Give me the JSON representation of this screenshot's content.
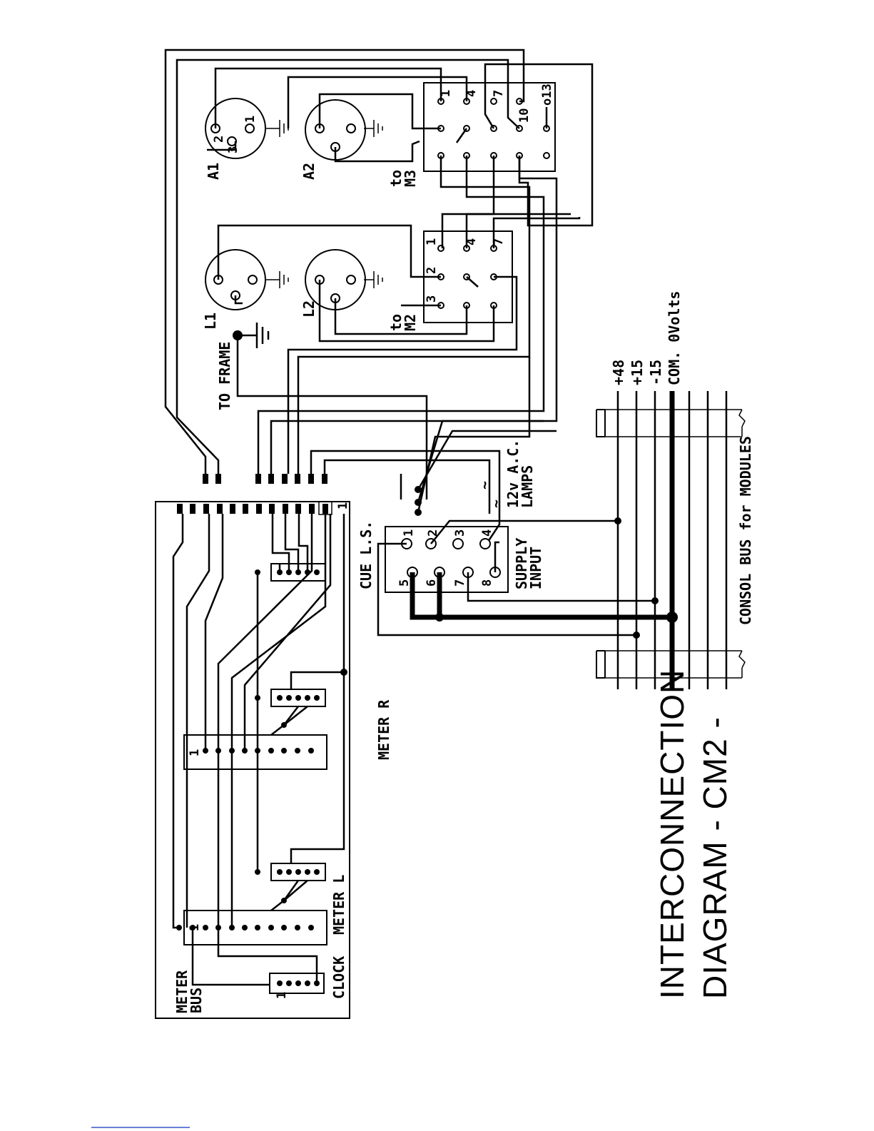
{
  "title": {
    "line1": "INTERCONNECTION",
    "line2": "DIAGRAM - CM2 -"
  },
  "meter_board": {
    "bus_label_1": "METER",
    "bus_label_2": "BUS",
    "meter_l": "METER L",
    "meter_r": "METER R",
    "clock": "CLOCK",
    "cue_ls": "CUE L.S.",
    "pin_one": "1"
  },
  "connectors": {
    "a1": "A1",
    "a2": "A2",
    "l1": "L1",
    "l2": "L2",
    "to_frame": "TO FRAME",
    "to_m3_a": "to",
    "to_m3_b": "M3",
    "to_m2_a": "to",
    "to_m2_b": "M2",
    "xlr_pins": [
      "1",
      "2",
      "3"
    ]
  },
  "relay_m3": {
    "pins": [
      "1",
      "4",
      "7",
      "10",
      "o13"
    ]
  },
  "relay_m2": {
    "pins": [
      "1",
      "4",
      "7",
      "2",
      "3"
    ]
  },
  "supply": {
    "label_1": "SUPPLY",
    "label_2": "INPUT",
    "lamps_1": "12v A.C.",
    "lamps_2": "LAMPS",
    "tilde": "~",
    "pins": [
      "1",
      "2",
      "3",
      "4",
      "5",
      "6",
      "7",
      "8"
    ]
  },
  "console_bus": {
    "label": "CONSOL BUS for MODULES",
    "rails": [
      "+48",
      "+15",
      "-15",
      "COM. 0Volts"
    ]
  }
}
